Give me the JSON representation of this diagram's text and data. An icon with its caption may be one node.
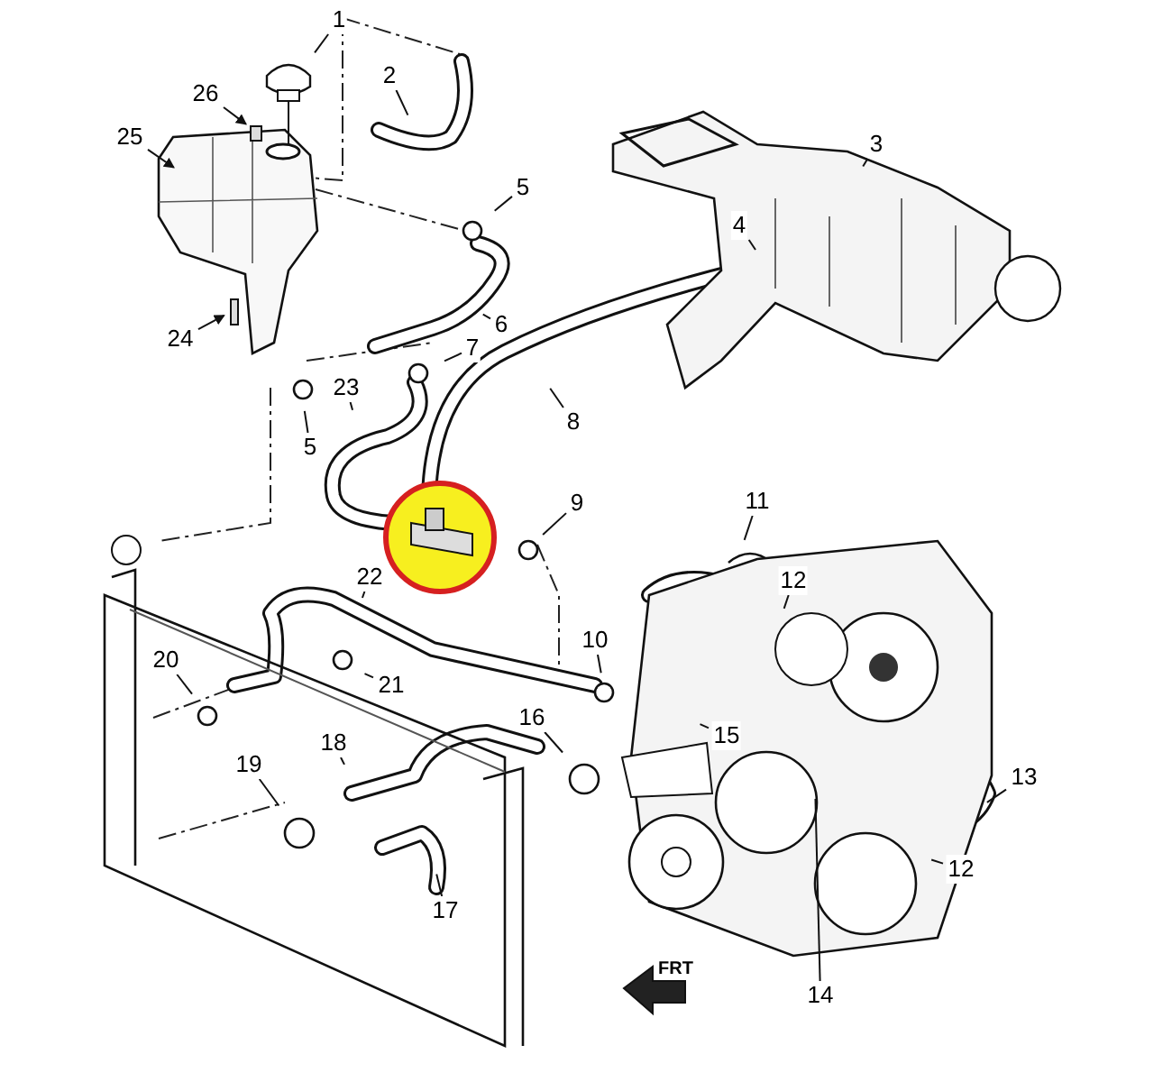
{
  "diagram": {
    "nodes": [
      {
        "text": [
          "1"
        ]
      },
      {
        "text": [
          "2"
        ]
      },
      {
        "text": [
          "26"
        ]
      },
      {
        "text": [
          "25"
        ]
      },
      {
        "text": [
          "5"
        ]
      },
      {
        "text": [
          "3"
        ]
      },
      {
        "text": [
          "4"
        ]
      },
      {
        "text": [
          "6"
        ]
      },
      {
        "text": [
          "24"
        ]
      },
      {
        "text": [
          "7"
        ]
      },
      {
        "text": [
          "5"
        ]
      },
      {
        "text": [
          "23"
        ]
      },
      {
        "text": [
          "8"
        ]
      },
      {
        "text": [
          "9"
        ]
      },
      {
        "text": [
          "11"
        ]
      },
      {
        "text": [
          "12"
        ]
      },
      {
        "text": [
          "22"
        ]
      },
      {
        "text": [
          "20"
        ]
      },
      {
        "text": [
          "21"
        ]
      },
      {
        "text": [
          "10"
        ]
      },
      {
        "text": [
          "16"
        ]
      },
      {
        "text": [
          "15"
        ]
      },
      {
        "text": [
          "18"
        ]
      },
      {
        "text": [
          "19"
        ]
      },
      {
        "text": [
          "13"
        ]
      },
      {
        "text": [
          "12"
        ]
      },
      {
        "text": [
          "17"
        ]
      },
      {
        "text": [
          "14"
        ]
      }
    ],
    "edges": [
      {
        "from": 0,
        "to": null,
        "arrow": "none"
      },
      {
        "from": 1,
        "to": null,
        "arrow": "none"
      },
      {
        "from": 2,
        "to": null,
        "arrow": "to"
      },
      {
        "from": 3,
        "to": null,
        "arrow": "to"
      },
      {
        "from": 4,
        "to": null,
        "arrow": "none"
      },
      {
        "from": 5,
        "to": null,
        "arrow": "none"
      },
      {
        "from": 6,
        "to": null,
        "arrow": "none"
      },
      {
        "from": 7,
        "to": null,
        "arrow": "none"
      },
      {
        "from": 8,
        "to": null,
        "arrow": "to"
      },
      {
        "from": 9,
        "to": null,
        "arrow": "none"
      },
      {
        "from": 10,
        "to": null,
        "arrow": "none"
      },
      {
        "from": 11,
        "to": null,
        "arrow": "none"
      },
      {
        "from": 12,
        "to": null,
        "arrow": "none"
      },
      {
        "from": 13,
        "to": null,
        "arrow": "none"
      },
      {
        "from": 14,
        "to": null,
        "arrow": "none"
      },
      {
        "from": 15,
        "to": null,
        "arrow": "none"
      },
      {
        "from": 16,
        "to": null,
        "arrow": "none"
      },
      {
        "from": 17,
        "to": null,
        "arrow": "none"
      },
      {
        "from": 18,
        "to": null,
        "arrow": "none"
      },
      {
        "from": 19,
        "to": null,
        "arrow": "none"
      },
      {
        "from": 20,
        "to": null,
        "arrow": "none"
      },
      {
        "from": 21,
        "to": null,
        "arrow": "none"
      },
      {
        "from": 22,
        "to": null,
        "arrow": "none"
      },
      {
        "from": 23,
        "to": null,
        "arrow": "none"
      },
      {
        "from": 24,
        "to": null,
        "arrow": "none"
      },
      {
        "from": 25,
        "to": null,
        "arrow": "none"
      },
      {
        "from": 26,
        "to": null,
        "arrow": "none"
      },
      {
        "from": 27,
        "to": null,
        "arrow": "none"
      }
    ],
    "labels": [
      "FRT"
    ]
  }
}
